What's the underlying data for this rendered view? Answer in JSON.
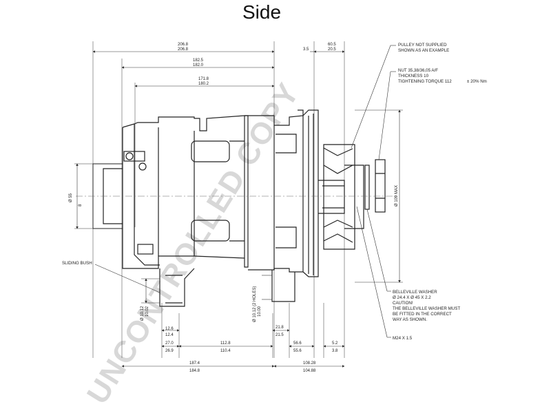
{
  "title": "Side",
  "watermark": "UNCONTROLLED COPY",
  "colors": {
    "line": "#222222",
    "thin": "#555555",
    "watermark": "#d8d8d8"
  },
  "top_dims": {
    "d1_a": "206.8",
    "d1_b": "206.8",
    "d2_a": "182.5",
    "d2_b": "182.0",
    "d3_a": "171.8",
    "d3_b": "180.2",
    "d4": "3.5",
    "d5_a": "60.5",
    "d5_b": "20.5"
  },
  "left_dims": {
    "dia": "Ø 55",
    "small": "8"
  },
  "right_dims": {
    "dia_pulley": "Ø 109 MAX"
  },
  "lower_dims": {
    "ear_left_a": "Ø 10.12",
    "ear_left_b": "10.02",
    "ear_mid_a": "Ø 10.12 (2 HOLES)",
    "ear_mid_b": "10.00",
    "d12_a": "12.6",
    "d12_b": "12.4",
    "d21_a": "21.8",
    "d21_b": "21.5"
  },
  "bottom_dims": {
    "b1_a": "27.0",
    "b1_b": "26.9",
    "b2_a": "112.8",
    "b2_b": "110.4",
    "b3_a": "56.6",
    "b3_b": "55.6",
    "b4_a": "5.2",
    "b4_b": "3.8",
    "b5_a": "187.4",
    "b5_b": "184.8",
    "b6_a": "108.28",
    "b6_b": "104.88"
  },
  "notes": {
    "pulley": [
      "PULLEY NOT SUPPLIED",
      "SHOWN AS AN EXAMPLE"
    ],
    "nut": [
      "NUT 35,38/36,05 A/F",
      "THICKNESS 10",
      "TIGHTENING TORQUE 112"
    ],
    "torque": "± 20% Nm",
    "sliding_bush": "SLIDING BUSH",
    "washer": [
      "BELLEVILLE WASHER",
      "Ø 24.4 X   Ø 45 X 2.2",
      "CAUTION!",
      "THE BELLEVILLE WASHER MUST",
      "BE FITTED IN THE CORRECT",
      "WAY AS SHOWN."
    ],
    "thread": "M24 X 1.5"
  }
}
